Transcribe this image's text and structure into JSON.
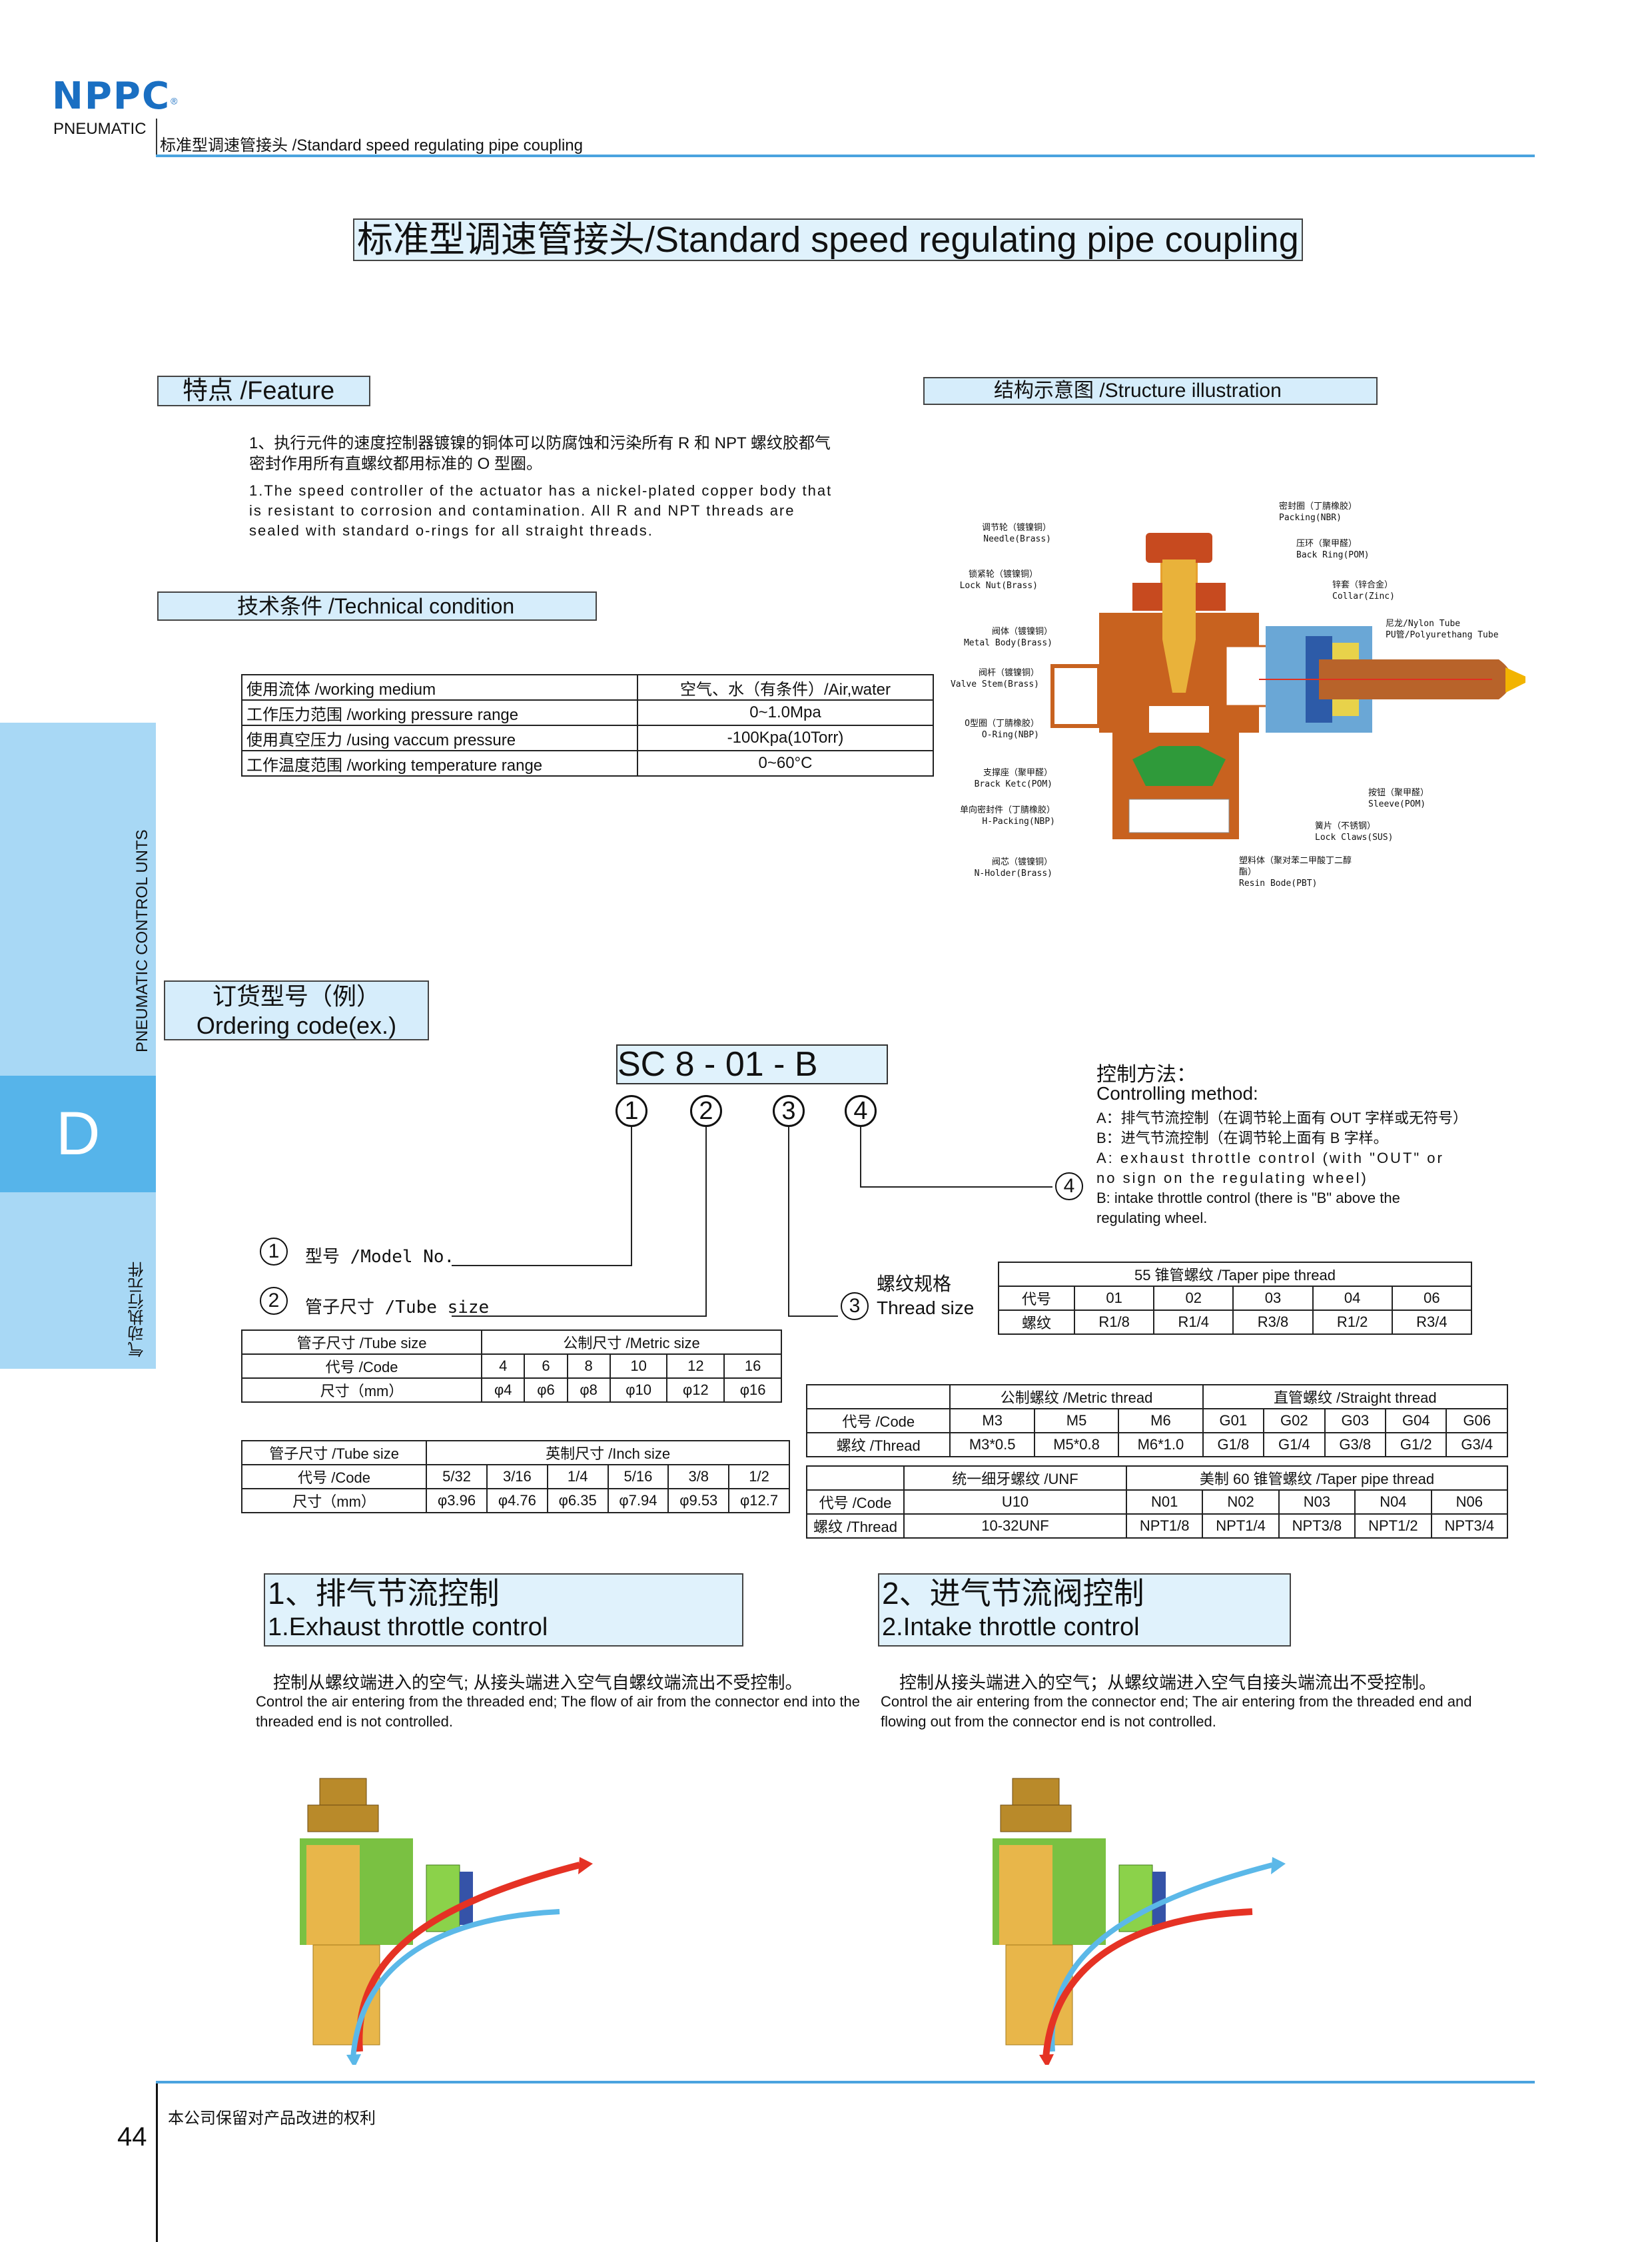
{
  "header": {
    "logo": "NPPC",
    "logo_reg": "®",
    "logo_sub": "PNEUMATIC",
    "title": "标准型调速管接头 /Standard speed regulating pipe coupling"
  },
  "side": {
    "top_label": "PNEUMATIC CONTROL UNTS",
    "letter": "D",
    "bottom_label": "气动执行元件"
  },
  "main_title": "标准型调速管接头/Standard speed regulating pipe coupling",
  "feature": {
    "heading": "特点 /Feature",
    "cn": "1、执行元件的速度控制器镀镍的铜体可以防腐蚀和污染所有 R 和 NPT 螺纹胶都气密封作用所有直螺纹都用标准的 O 型圈。",
    "en": "1.The speed controller of the actuator has a nickel-plated copper body that is resistant to corrosion and contamination. All R and NPT threads are sealed with standard o-rings for all straight threads."
  },
  "structure": {
    "heading": "结构示意图 /Structure illustration",
    "labels_left": [
      {
        "cn": "调节轮（镀镍铜）",
        "en": "Needle(Brass)"
      },
      {
        "cn": "锁紧轮（镀镍铜）",
        "en": "Lock Nut(Brass)"
      },
      {
        "cn": "阀体（镀镍铜）",
        "en": "Metal Body(Brass)"
      },
      {
        "cn": "阀杆（镀镍铜）",
        "en": "Valve Stem(Brass)"
      },
      {
        "cn": "O型圈（丁腈橡胶）",
        "en": "O-Ring(NBP)"
      },
      {
        "cn": "支撑座（聚甲醛）",
        "en": "Brack Ketc(POM)"
      },
      {
        "cn": "单向密封件（丁腈橡胶）",
        "en": "H-Packing(NBP)"
      },
      {
        "cn": "阀芯（镀镍铜）",
        "en": "N-Holder(Brass)"
      }
    ],
    "labels_right": [
      {
        "cn": "密封圈（丁腈橡胶）",
        "en": "Packing(NBR)"
      },
      {
        "cn": "压环（聚甲醛）",
        "en": "Back Ring(POM)"
      },
      {
        "cn": "锌套（锌合金）",
        "en": "Collar(Zinc)"
      },
      {
        "cn": "尼龙/Nylon Tube",
        "en": "PU管/Polyurethang Tube"
      },
      {
        "cn": "按钮（聚甲醛）",
        "en": "Sleeve(POM)"
      },
      {
        "cn": "簧片（不锈钢）",
        "en": "Lock Claws(SUS)"
      },
      {
        "cn": "塑料体（聚对苯二甲酸丁二醇酯）",
        "en": "Resin Bode(PBT)"
      }
    ]
  },
  "technical": {
    "heading": "技术条件 /Technical condition",
    "rows": [
      [
        "使用流体 /working medium",
        "空气、水（有条件）/Air,water"
      ],
      [
        "工作压力范围 /working pressure range",
        "0~1.0Mpa"
      ],
      [
        "使用真空压力 /using vaccum pressure",
        "-100Kpa(10Torr)"
      ],
      [
        "工作温度范围 /working temperature range",
        "0~60°C"
      ]
    ]
  },
  "ordering": {
    "heading_cn": "订货型号（例）",
    "heading_en": "Ordering code(ex.)",
    "code": "SC  8  -  01 - B",
    "nums": [
      "1",
      "2",
      "3",
      "4"
    ],
    "item1": "型号 /Model No.",
    "item2": "管子尺寸 /Tube size",
    "item3_cn": "螺纹规格",
    "item3_en": "Thread size",
    "control_cn": "控制方法：",
    "control_en": "Controlling method:",
    "control_lines": [
      "A：排气节流控制（在调节轮上面有 OUT 字样或无符号）",
      "B：进气节流控制（在调节轮上面有 B 字样。",
      "A: exhaust throttle control (with \"OUT\" or no sign on the regulating wheel)",
      "B: intake throttle control (there is \"B\" above the regulating wheel."
    ]
  },
  "taper_table": {
    "title": "55  锥管螺纹 /Taper pipe thread",
    "code_label": "代号",
    "thread_label": "螺纹",
    "codes": [
      "01",
      "02",
      "03",
      "04",
      "06"
    ],
    "threads": [
      "R1/8",
      "R1/4",
      "R3/8",
      "R1/2",
      "R3/4"
    ]
  },
  "metric_tube": {
    "head": "管子尺寸 /Tube size",
    "title": "公制尺寸 /Metric size",
    "code_label": "代号 /Code",
    "size_label": "尺寸（mm）",
    "codes": [
      "4",
      "6",
      "8",
      "10",
      "12",
      "16"
    ],
    "sizes": [
      "φ4",
      "φ6",
      "φ8",
      "φ10",
      "φ12",
      "φ16"
    ]
  },
  "inch_tube": {
    "head": "管子尺寸 /Tube size",
    "title": "英制尺寸 /Inch size",
    "code_label": "代号 /Code",
    "size_label": "尺寸（mm）",
    "codes": [
      "5/32",
      "3/16",
      "1/4",
      "5/16",
      "3/8",
      "1/2"
    ],
    "sizes": [
      "φ3.96",
      "φ4.76",
      "φ6.35",
      "φ7.94",
      "φ9.53",
      "φ12.7"
    ]
  },
  "thread_table": {
    "metric_title": "公制螺纹 /Metric thread",
    "straight_title": "直管螺纹 /Straight thread",
    "code_label": "代号 /Code",
    "thread_label": "螺纹 /Thread",
    "metric_codes": [
      "M3",
      "M5",
      "M6"
    ],
    "metric_threads": [
      "M3*0.5",
      "M5*0.8",
      "M6*1.0"
    ],
    "straight_codes": [
      "G01",
      "G02",
      "G03",
      "G04",
      "G06"
    ],
    "straight_threads": [
      "G1/8",
      "G1/4",
      "G3/8",
      "G1/2",
      "G3/4"
    ],
    "unf_title": "统一细牙螺纹 /UNF",
    "npt_title": "美制 60  锥管螺纹 /Taper pipe thread",
    "unf_code": "U10",
    "unf_thread": "10-32UNF",
    "npt_codes": [
      "N01",
      "N02",
      "N03",
      "N04",
      "N06"
    ],
    "npt_threads": [
      "NPT1/8",
      "NPT1/4",
      "NPT3/8",
      "NPT1/2",
      "NPT3/4"
    ]
  },
  "exhaust": {
    "title_cn": "1、排气节流控制",
    "title_en": "1.Exhaust throttle control",
    "desc_cn": "控制从螺纹端进入的空气; 从接头端进入空气自螺纹端流出不受控制。",
    "desc_en": "Control the air entering from the threaded end; The flow of air from the connector end into the threaded end is not controlled."
  },
  "intake": {
    "title_cn": "2、进气节流阀控制",
    "title_en": "2.Intake throttle control",
    "desc_cn": "控制从接头端进入的空气；从螺纹端进入空气自接头端流出不受控制。",
    "desc_en": "Control the air entering from the connector end; The air entering from the threaded end and flowing out from the connector end is not controlled."
  },
  "footer": {
    "page": "44",
    "text": "本公司保留对产品改进的权利"
  },
  "colors": {
    "accent": "#4aa3df",
    "band": "#a8d8f5",
    "band_dark": "#56b4ea",
    "box": "#d6edfb"
  }
}
